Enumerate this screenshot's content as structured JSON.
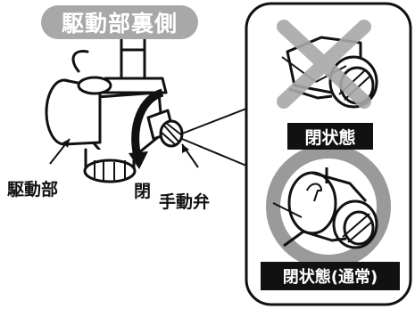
{
  "title": "駆動部裏側",
  "labels": {
    "drive_unit": "駆動部",
    "close_direction": "閉",
    "manual_valve": "手動弁"
  },
  "states": {
    "closed": "閉状態",
    "closed_normal": "閉状態(通常)"
  },
  "colors": {
    "title_bg": "#a8a8a8",
    "ring_gray": "#9a9a9a",
    "cross_gray": "#a8a8a8",
    "label_bg": "#111111"
  }
}
